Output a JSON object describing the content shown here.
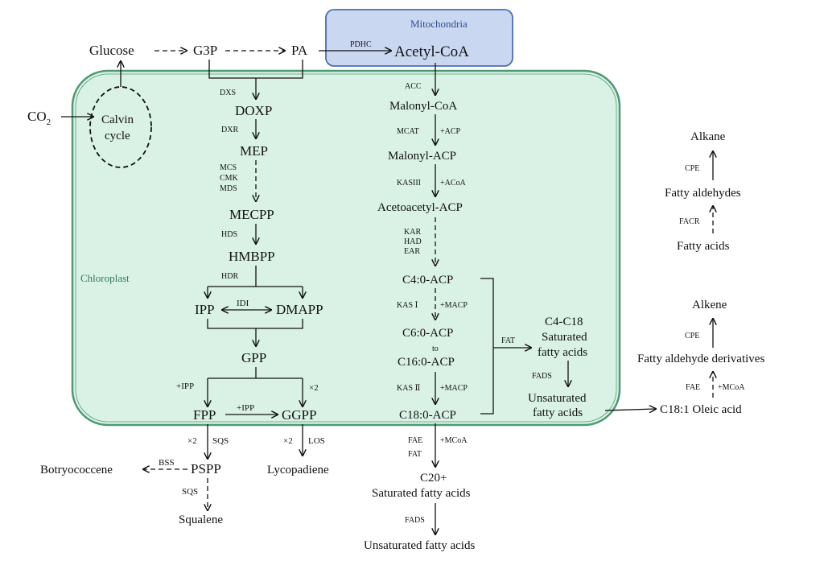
{
  "compartments": {
    "mitochondria": "Mitochondria",
    "chloroplast": "Chloroplast"
  },
  "colors": {
    "chloroplast_fill": "#daf2e6",
    "chloroplast_border": "#4f9a73",
    "mito_fill": "#c9d8f0",
    "mito_border": "#4a6fb0",
    "mito_text": "#2f4f8f",
    "chloro_text": "#2f7a56"
  },
  "metabolites": {
    "glucose": "Glucose",
    "g3p": "G3P",
    "pa": "PA",
    "acetyl_coa": "Acetyl-CoA",
    "co2": "CO",
    "co2_sub": "2",
    "calvin1": "Calvin",
    "calvin2": "cycle",
    "doxp": "DOXP",
    "mep": "MEP",
    "mecpp": "MECPP",
    "hmbpp": "HMBPP",
    "ipp": "IPP",
    "dmapp": "DMAPP",
    "gpp": "GPP",
    "fpp": "FPP",
    "ggpp": "GGPP",
    "pspp": "PSPP",
    "botryococcene": "Botryococcene",
    "squalene": "Squalene",
    "lycopadiene": "Lycopadiene",
    "malonyl_coa": "Malonyl-CoA",
    "malonyl_acp": "Malonyl-ACP",
    "acetoacetyl_acp": "Acetoacetyl-ACP",
    "c4": "C4:0-ACP",
    "c6": "C6:0-ACP",
    "to": "to",
    "c16": "C16:0-ACP",
    "c18": "C18:0-ACP",
    "c4c18": "C4-C18",
    "saturated": "Saturated",
    "fatty_acids": "fatty acids",
    "unsaturated": "Unsaturated",
    "fatty_acids2": "fatty acids",
    "c20": "C20+",
    "sat_fa": "Saturated fatty acids",
    "unsat_fa": "Unsaturated fatty acids",
    "alkane": "Alkane",
    "fatty_aldehydes": "Fatty aldehydes",
    "fatty_acids_r": "Fatty acids",
    "alkene": "Alkene",
    "fa_derivatives": "Fatty aldehyde derivatives",
    "oleic": "C18:1 Oleic acid"
  },
  "enzymes": {
    "pdhc": "PDHC",
    "dxs": "DXS",
    "dxr": "DXR",
    "mcs": "MCS",
    "cmk": "CMK",
    "mds": "MDS",
    "hds": "HDS",
    "hdr": "HDR",
    "idi": "IDI",
    "plus_ipp_left": "+IPP",
    "plus_ipp_mid": "+IPP",
    "x2_right": "×2",
    "x2_sqs": "×2",
    "sqs": "SQS",
    "bss": "BSS",
    "sqs2": "SQS",
    "x2_los": "×2",
    "los": "LOS",
    "acc": "ACC",
    "mcat": "MCAT",
    "plus_acp": "+ACP",
    "kasiii": "KASIII",
    "plus_acoa": "+ACoA",
    "kar": "KAR",
    "had": "HAD",
    "ear": "EAR",
    "kasi": "KAS Ⅰ",
    "plus_macp1": "+MACP",
    "kasii": "KAS Ⅱ",
    "plus_macp2": "+MACP",
    "fat": "FAT",
    "fads": "FADS",
    "fae": "FAE",
    "plus_mcoa": "+MCoA",
    "fat2": "FAT",
    "fads2": "FADS",
    "cpe1": "CPE",
    "facr": "FACR",
    "cpe2": "CPE",
    "fae2": "FAE",
    "plus_mcoa2": "+MCoA"
  }
}
